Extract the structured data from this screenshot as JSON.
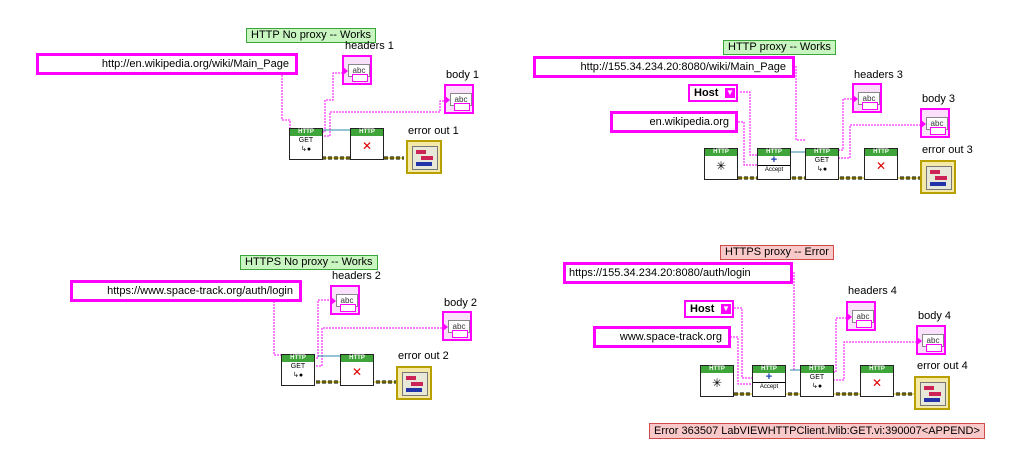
{
  "sections": [
    {
      "title": "HTTP No proxy -- Works",
      "status": "ok",
      "url": "http://en.wikipedia.org/wiki/Main_Page",
      "headers_label": "headers 1",
      "body_label": "body 1",
      "error_label": "error out 1"
    },
    {
      "title": "HTTP  proxy -- Works",
      "status": "ok",
      "url": "http://155.34.234.20:8080/wiki/Main_Page",
      "host_ring": "Host",
      "host_value": "en.wikipedia.org",
      "headers_label": "headers 3",
      "body_label": "body 3",
      "error_label": "error out 3"
    },
    {
      "title": "HTTPS No proxy -- Works",
      "status": "ok",
      "url": "https://www.space-track.org/auth/login",
      "headers_label": "headers 2",
      "body_label": "body 2",
      "error_label": "error out 2"
    },
    {
      "title": "HTTPS  proxy -- Error",
      "status": "error",
      "url": "https://155.34.234.20:8080/auth/login",
      "host_ring": "Host",
      "host_value": "www.space-track.org",
      "headers_label": "headers 4",
      "body_label": "body 4",
      "error_label": "error out 4"
    }
  ],
  "vi_text": {
    "http": "HTTP",
    "get": "GET",
    "accept": "Accept"
  },
  "indicator_text": "abc",
  "error_message": "Error 363507  LabVIEWHTTPClient.lvlib:GET.vi:390007<APPEND>",
  "colors": {
    "string_wire": "#ff00ff",
    "error_wire": "#c8b400",
    "refnum_wire": "#2a8aa8",
    "ok_label": "#c8f5c0",
    "error_label": "#f9c9c9"
  }
}
